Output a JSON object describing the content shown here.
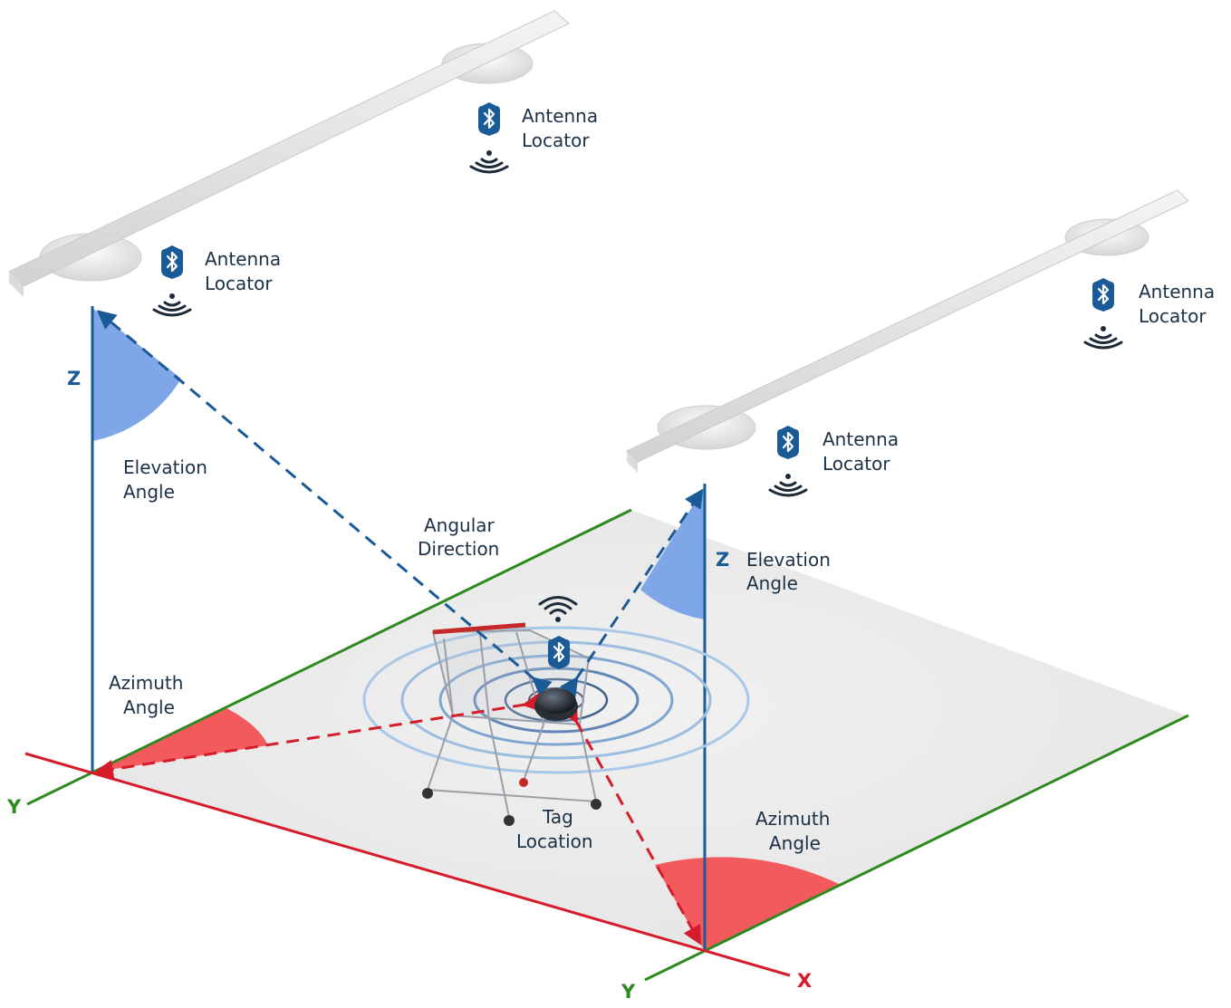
{
  "locators": [
    {
      "line1": "Antenna",
      "line2": "Locator"
    },
    {
      "line1": "Antenna",
      "line2": "Locator"
    },
    {
      "line1": "Antenna",
      "line2": "Locator"
    },
    {
      "line1": "Antenna",
      "line2": "Locator"
    }
  ],
  "left": {
    "elevation": {
      "line1": "Elevation",
      "line2": "Angle"
    },
    "azimuth": {
      "line1": "Azimuth",
      "line2": "Angle"
    },
    "z_label": "Z",
    "y_label": "Y"
  },
  "right": {
    "elevation": {
      "line1": "Elevation",
      "line2": "Angle"
    },
    "azimuth": {
      "line1": "Azimuth",
      "line2": "Angle"
    },
    "z_label": "Z",
    "y_label": "Y",
    "x_label": "X"
  },
  "angular_direction": {
    "line1": "Angular",
    "line2": "Direction"
  },
  "tag_location": {
    "line1": "Tag",
    "line2": "Location"
  },
  "colors": {
    "blue_axis": "#1a5a96",
    "green_axis": "#2e8a1e",
    "red_axis": "#d61c2a",
    "elevation_fill": "#7ea6e8",
    "azimuth_fill": "#f25a5e",
    "text": "#1c3146",
    "ripple": "#8fb4dc"
  },
  "icons": [
    "bluetooth-icon",
    "wireless-signal-icon",
    "wifi-icon",
    "shopping-cart-icon",
    "location-tag-icon"
  ]
}
